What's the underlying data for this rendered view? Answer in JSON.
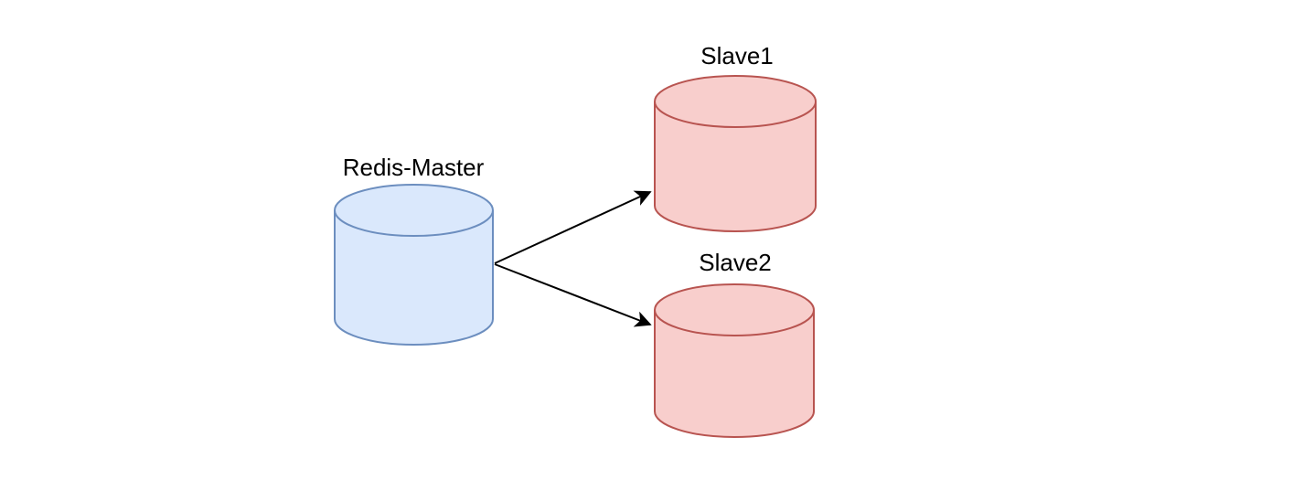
{
  "diagram": {
    "type": "database-replication-topology",
    "background": "#ffffff",
    "nodes": [
      {
        "id": "redis-master",
        "label": "Redis-Master",
        "shape": "cylinder",
        "fill": "#dae8fc",
        "stroke": "#6c8ebf",
        "label_position": "top"
      },
      {
        "id": "slave1",
        "label": "Slave1",
        "shape": "cylinder",
        "fill": "#f8cecc",
        "stroke": "#b85450",
        "label_position": "top"
      },
      {
        "id": "slave2",
        "label": "Slave2",
        "shape": "cylinder",
        "fill": "#f8cecc",
        "stroke": "#b85450",
        "label_position": "top"
      }
    ],
    "edges": [
      {
        "from": "redis-master",
        "to": "slave1",
        "type": "arrow",
        "color": "#000000"
      },
      {
        "from": "redis-master",
        "to": "slave2",
        "type": "arrow",
        "color": "#000000"
      }
    ]
  }
}
